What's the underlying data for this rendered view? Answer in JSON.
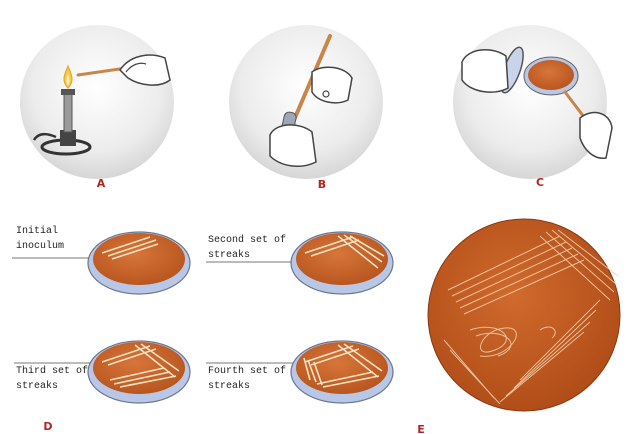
{
  "steps": [
    {
      "label": "A"
    },
    {
      "label": "B"
    },
    {
      "label": "C"
    }
  ],
  "panel_d": {
    "label": "D",
    "dishes": [
      {
        "caption_lines": [
          "Initial",
          "inoculum"
        ]
      },
      {
        "caption_lines": [
          "Second set of",
          "streaks"
        ]
      },
      {
        "caption_lines": [
          "Third set of",
          "streaks"
        ]
      },
      {
        "caption_lines": [
          "Fourth set of",
          "streaks"
        ]
      }
    ]
  },
  "panel_e": {
    "label": "E"
  },
  "colors": {
    "label_red": "#b3261e",
    "agar_orange": "#c9652a",
    "streak_cream": "#f4e3c2",
    "dish_rim": "#b9c7e6",
    "circle_bg": "#e8e8e8"
  }
}
